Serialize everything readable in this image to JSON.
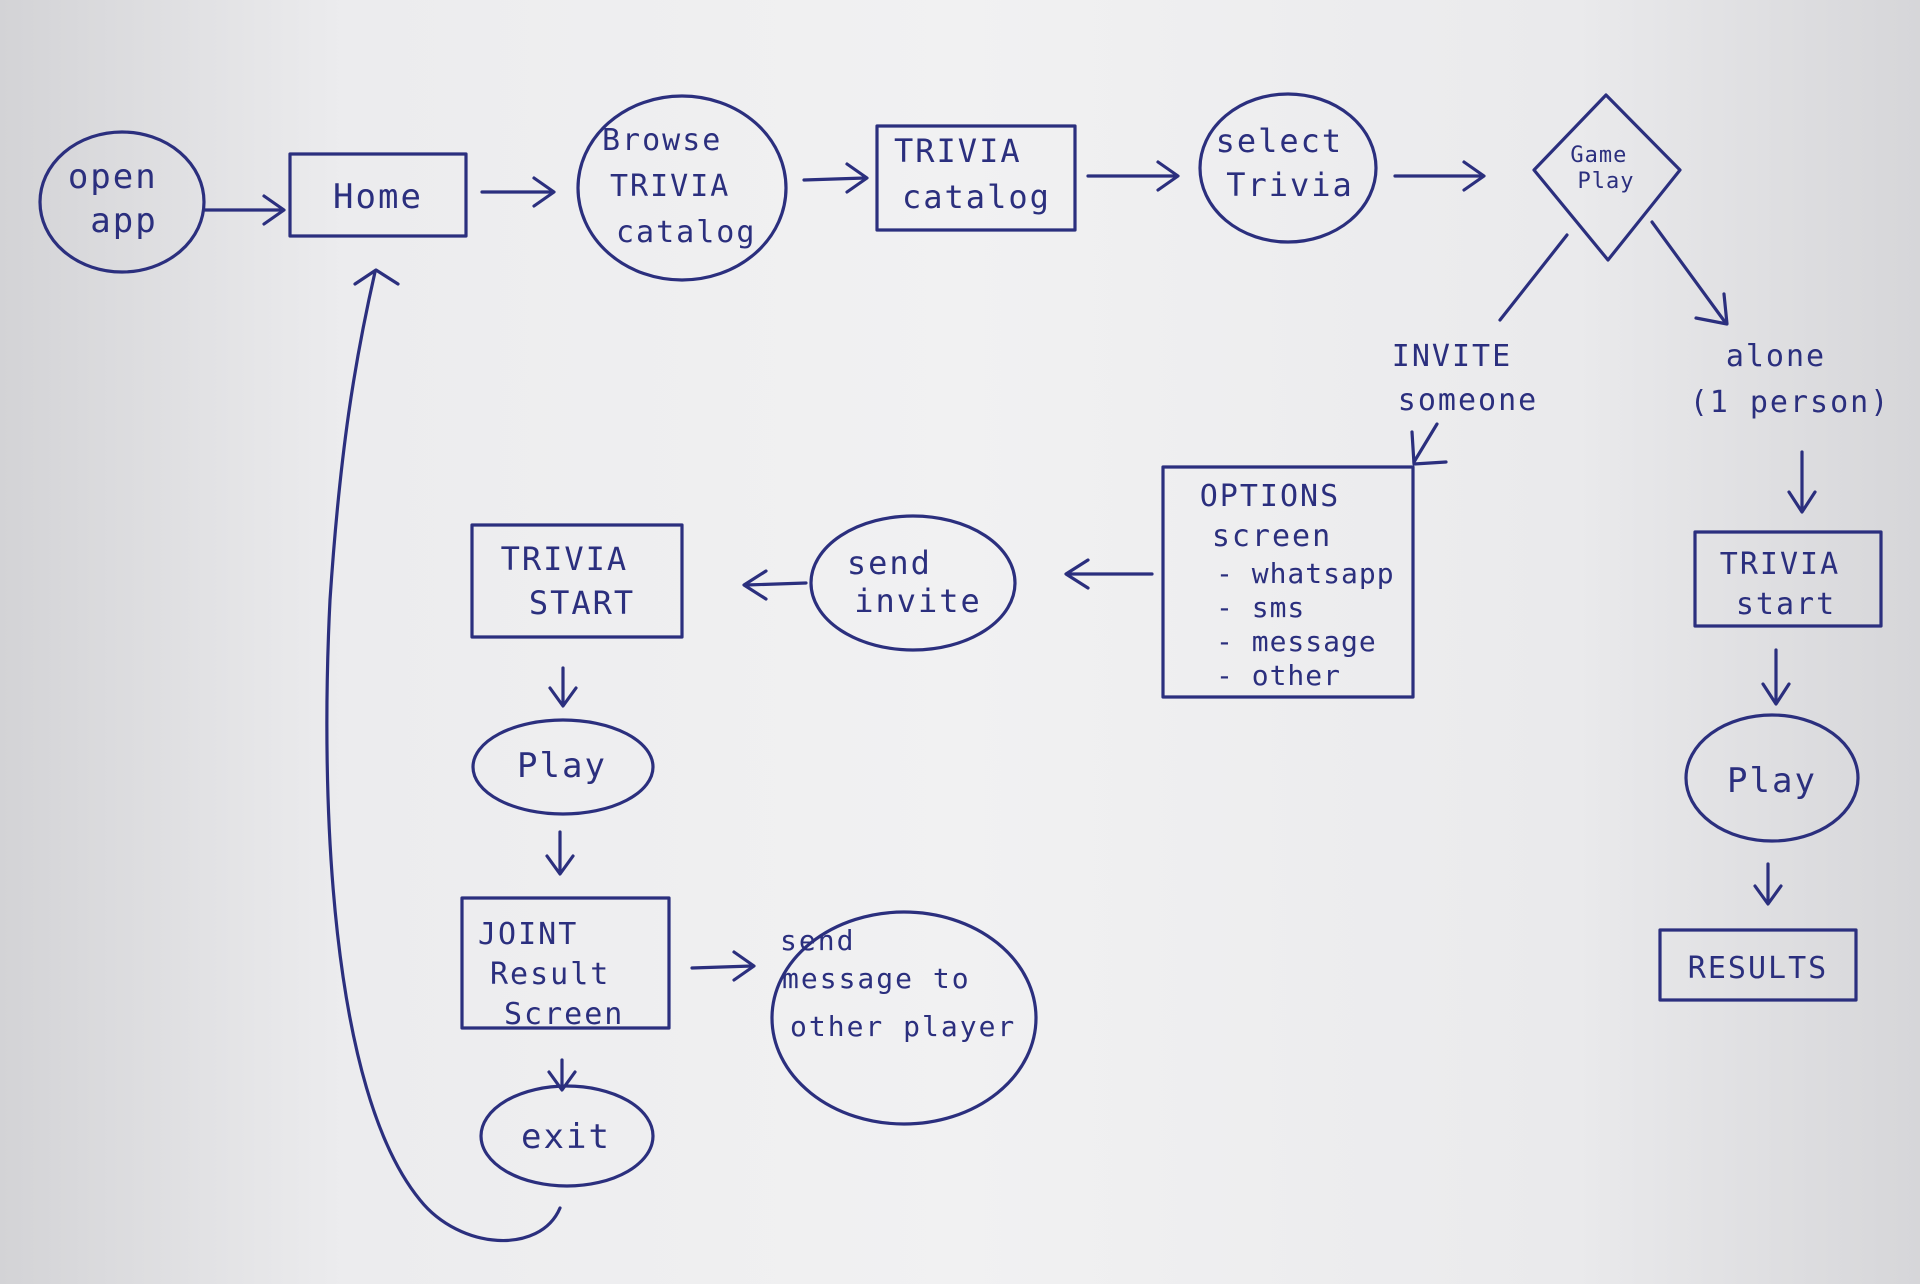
{
  "colors": {
    "ink": "#2b2f7e",
    "paper": "#efeff0"
  },
  "nodes": {
    "open_app": [
      "open",
      "app"
    ],
    "home": [
      "Home"
    ],
    "browse": [
      "Browse",
      "TRIVIA",
      "catalog"
    ],
    "trivia_catalog": [
      "TRIVIA",
      "catalog"
    ],
    "select_trivia": [
      "select",
      "Trivia"
    ],
    "game_play": [
      "Game",
      "Play"
    ],
    "options_screen": [
      "OPTIONS",
      "screen"
    ],
    "options_list": [
      "- whatsapp",
      "- sms",
      "- message",
      "- other"
    ],
    "send_invite": [
      "send",
      "invite"
    ],
    "trivia_start_left": [
      "TRIVIA",
      "START"
    ],
    "play_left": [
      "Play"
    ],
    "joint_result": [
      "JOINT",
      "Result",
      "Screen"
    ],
    "send_message": [
      "send",
      "message to",
      "other player"
    ],
    "exit": [
      "exit"
    ],
    "trivia_start_right": [
      "TRIVIA",
      "start"
    ],
    "play_right": [
      "Play"
    ],
    "results": [
      "RESULTS"
    ]
  },
  "labels": {
    "invite_someone": [
      "INVITE",
      "someone"
    ],
    "alone": [
      "alone",
      "(1 person)"
    ]
  }
}
